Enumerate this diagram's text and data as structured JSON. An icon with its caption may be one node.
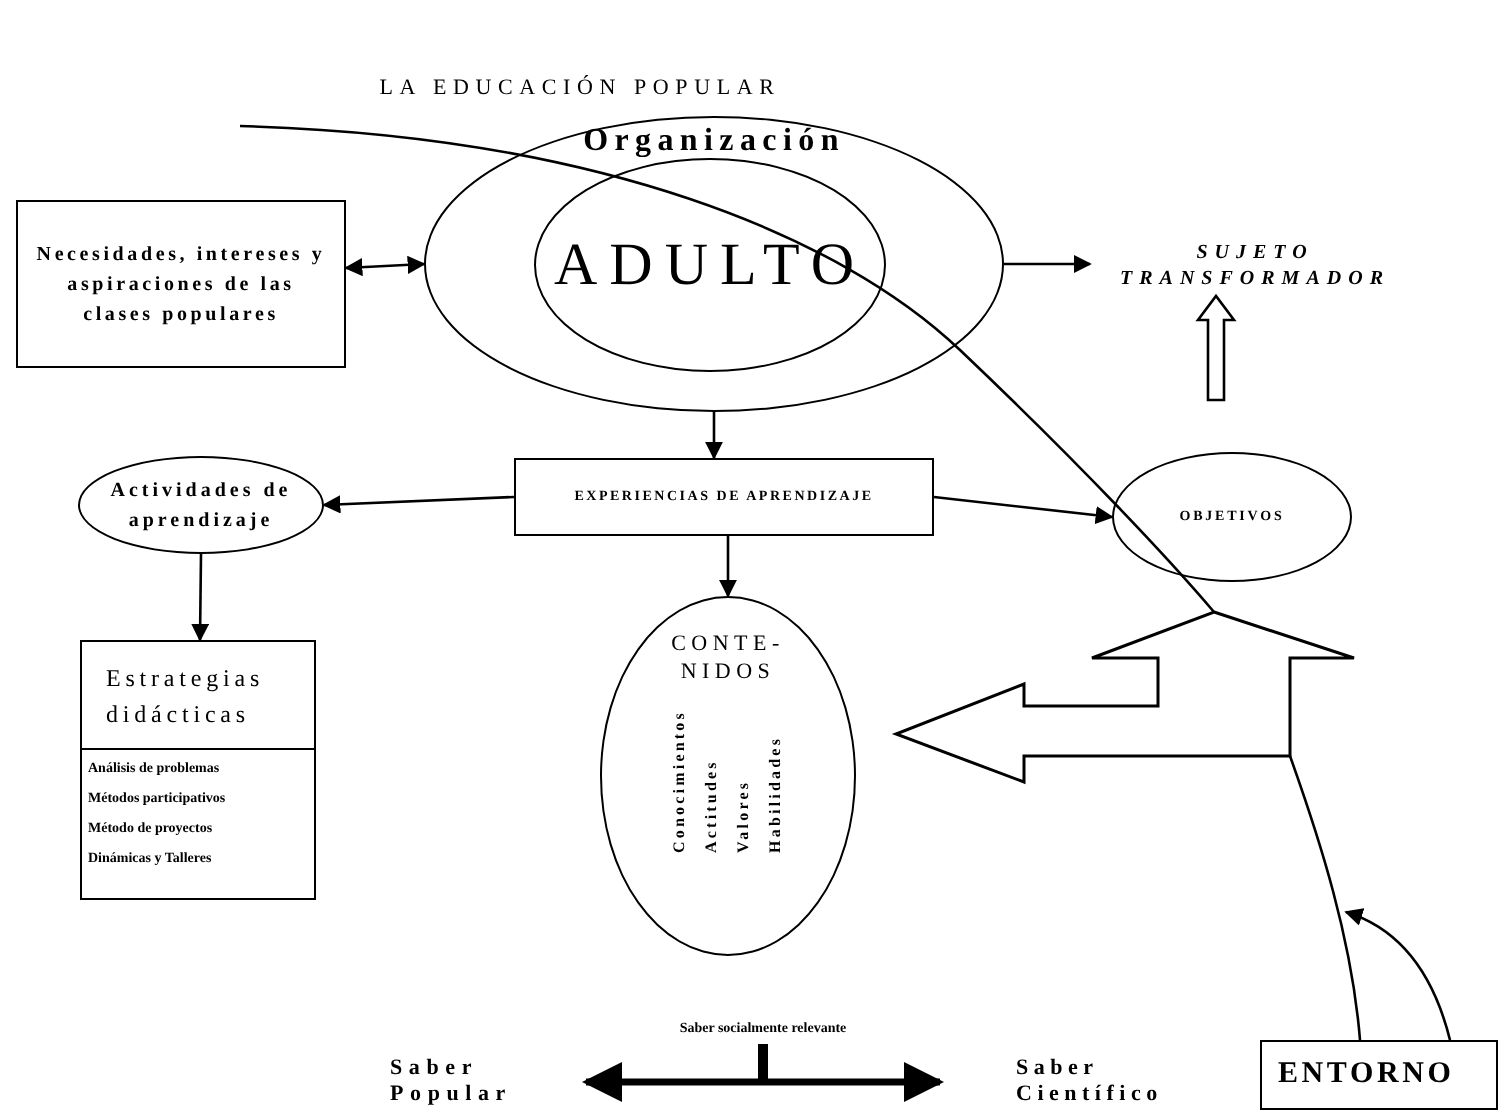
{
  "diagram": {
    "title": "LA EDUCACIÓN POPULAR",
    "nodes": [
      {
        "text": [
          "Organización"
        ]
      },
      {
        "text": [
          "ADULTO"
        ],
        "in": 0
      },
      {
        "text": [
          "Necesidades, intereses y aspiraciones de las clases populares"
        ]
      },
      {
        "text": [
          "SUJETO TRANSFORMADOR"
        ]
      },
      {
        "text": [
          "EXPERIENCIAS DE APRENDIZAJE"
        ]
      },
      {
        "text": [
          "Actividades de aprendizaje"
        ]
      },
      {
        "text": [
          "Estrategias didácticas",
          "Análisis de problemas",
          "Métodos participativos",
          "Método de proyectos",
          "Dinámicas y Talleres"
        ]
      },
      {
        "text": [
          "OBJETIVOS"
        ]
      },
      {
        "text": [
          "CONTE- NIDOS",
          "Conocimientos",
          "Actitudes",
          "Valores",
          "Habilidades"
        ]
      },
      {
        "text": [
          "Saber Popular"
        ]
      },
      {
        "text": [
          "Saber Científico"
        ]
      },
      {
        "text": [
          "ENTORNO"
        ]
      }
    ],
    "edges": [
      {
        "from": 2,
        "to": 0,
        "arrow": "both"
      },
      {
        "from": 0,
        "to": 3,
        "arrow": "to"
      },
      {
        "from": null,
        "to": 3,
        "arrow": "to",
        "style": "thick"
      },
      {
        "from": 0,
        "to": 4,
        "arrow": "to"
      },
      {
        "from": 4,
        "to": 5,
        "arrow": "to"
      },
      {
        "from": 4,
        "to": 7,
        "arrow": "to"
      },
      {
        "from": 5,
        "to": 6,
        "arrow": "to"
      },
      {
        "from": 4,
        "to": 8,
        "arrow": "to"
      },
      {
        "from": 9,
        "to": 10,
        "arrow": "both",
        "label": "Saber socialmente relevante",
        "style": "thick"
      },
      {
        "from": 11,
        "to": null,
        "arrow": "to"
      }
    ]
  }
}
